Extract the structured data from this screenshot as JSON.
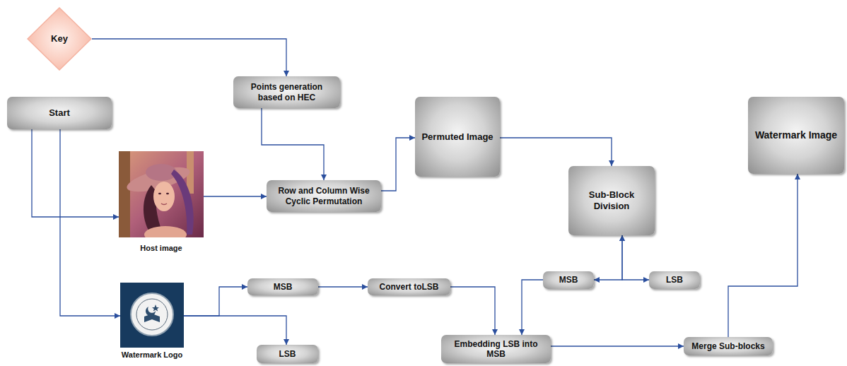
{
  "diagram": {
    "nodes": [
      {
        "text": [
          "Key"
        ]
      },
      {
        "text": [
          "Start"
        ]
      },
      {
        "text": [
          "Points generation based on HEC"
        ]
      },
      {
        "text": [
          "Permuted Image"
        ]
      },
      {
        "text": [
          "Watermark Image"
        ]
      },
      {
        "text": [
          "Host image"
        ]
      },
      {
        "text": [
          "Row and Column Wise Cyclic Permutation"
        ]
      },
      {
        "text": [
          "Sub-Block Division"
        ]
      },
      {
        "text": [
          "MSB"
        ]
      },
      {
        "text": [
          "LSB"
        ]
      },
      {
        "text": [
          "MSB"
        ]
      },
      {
        "text": [
          "Convert toLSB"
        ]
      },
      {
        "text": [
          "Watermark Logo"
        ]
      },
      {
        "text": [
          "Merge Sub-blocks"
        ]
      },
      {
        "text": [
          "LSB"
        ]
      },
      {
        "text": [
          "Embedding LSB into MSB"
        ]
      }
    ],
    "edges": [
      {
        "from": 0,
        "to": 2,
        "arrow": "to"
      },
      {
        "from": 2,
        "to": 6,
        "arrow": "to"
      },
      {
        "from": 1,
        "to": 5,
        "arrow": "to"
      },
      {
        "from": 1,
        "to": 12,
        "arrow": "to"
      },
      {
        "from": 5,
        "to": 6,
        "arrow": "to"
      },
      {
        "from": 6,
        "to": 3,
        "arrow": "to"
      },
      {
        "from": 3,
        "to": 7,
        "arrow": "to"
      },
      {
        "from": 7,
        "to": 8,
        "arrow": "both"
      },
      {
        "from": 7,
        "to": 9,
        "arrow": "both"
      },
      {
        "from": 12,
        "to": 10,
        "arrow": "to"
      },
      {
        "from": 12,
        "to": 14,
        "arrow": "to"
      },
      {
        "from": 10,
        "to": 11,
        "arrow": "to"
      },
      {
        "from": 11,
        "to": 15,
        "arrow": "to"
      },
      {
        "from": 8,
        "to": 15,
        "arrow": "to"
      },
      {
        "from": 15,
        "to": 13,
        "arrow": "to"
      },
      {
        "from": 13,
        "to": 4,
        "arrow": "to"
      }
    ]
  }
}
